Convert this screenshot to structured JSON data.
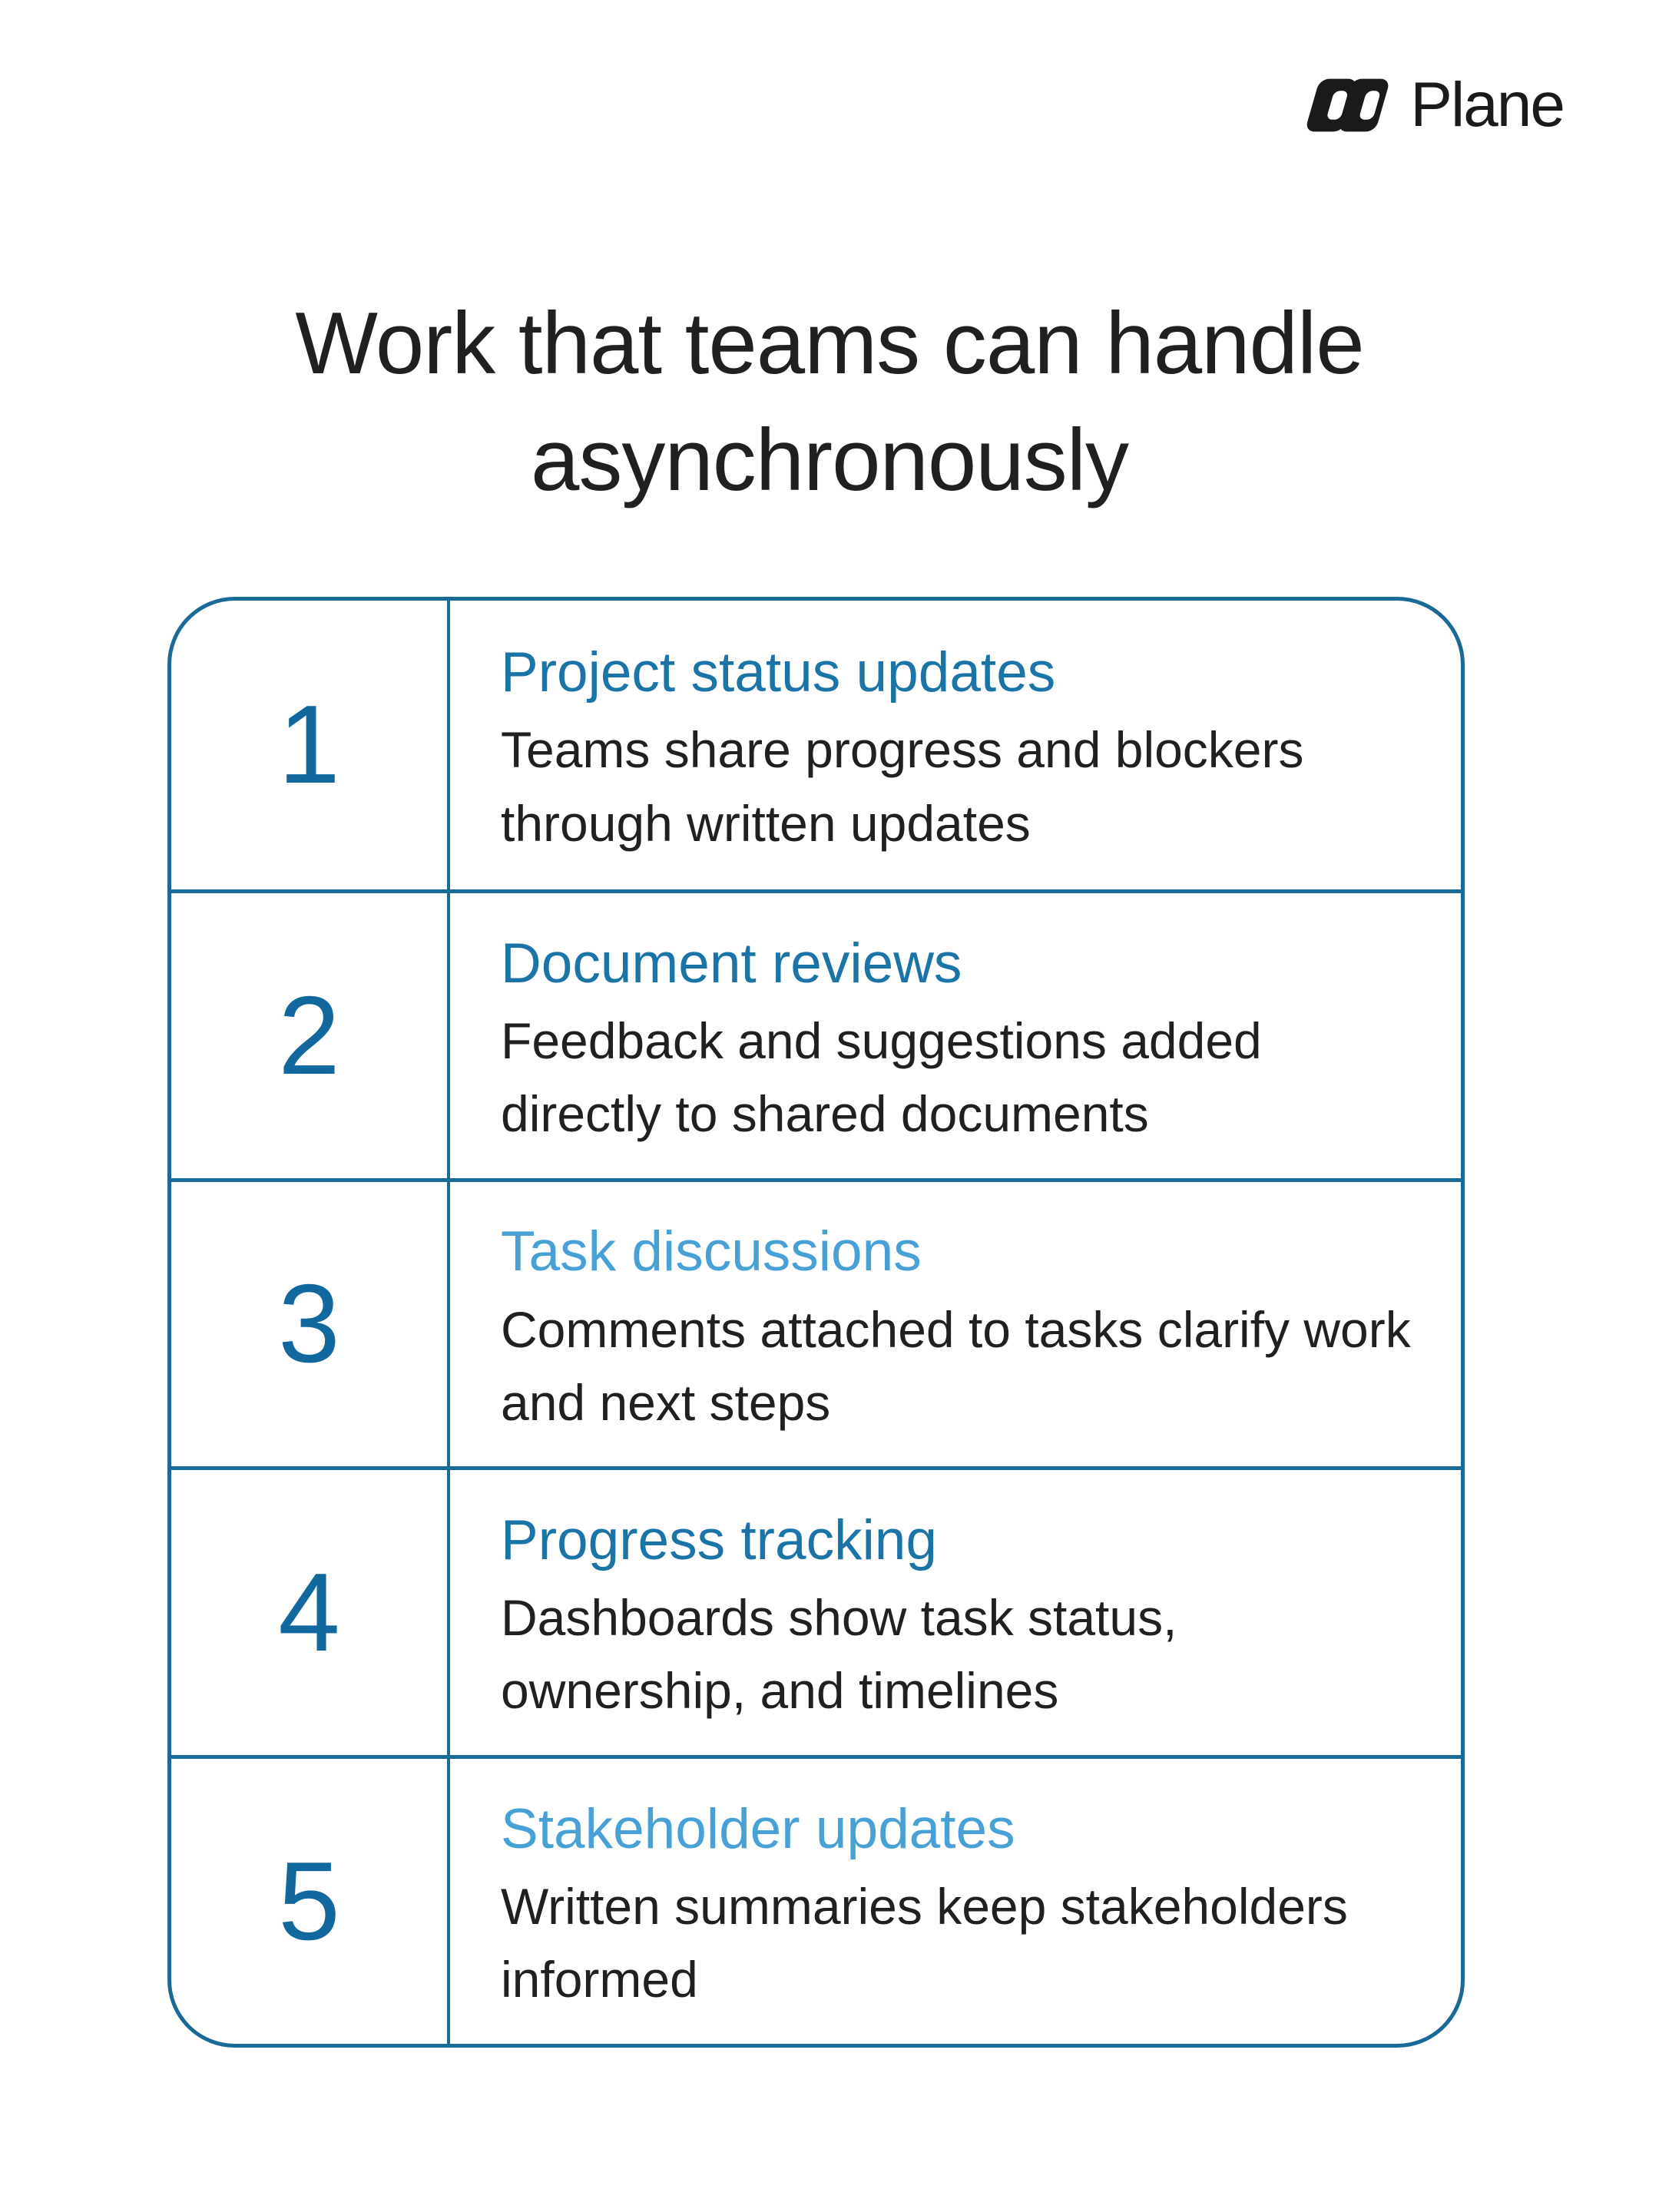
{
  "logo": {
    "brand": "Plane"
  },
  "title": "Work that teams can handle asynchronously",
  "colors": {
    "table_border": "#1a6a98",
    "number_blue": "#11689e",
    "heading_medium_blue": "#1b74a8",
    "heading_light_blue": "#47a0d6",
    "text_black": "#211f21"
  },
  "rows": [
    {
      "number": "1",
      "heading": "Project status updates",
      "description": "Teams share progress and blockers through written updates",
      "heading_tone": "medium"
    },
    {
      "number": "2",
      "heading": "Document reviews",
      "description": "Feedback and suggestions added directly to shared documents",
      "heading_tone": "medium"
    },
    {
      "number": "3",
      "heading": "Task discussions",
      "description": "Comments attached to tasks clarify work and next steps",
      "heading_tone": "light"
    },
    {
      "number": "4",
      "heading": "Progress tracking",
      "description": "Dashboards show task status, ownership, and timelines",
      "heading_tone": "medium"
    },
    {
      "number": "5",
      "heading": "Stakeholder updates",
      "description": "Written summaries keep stakeholders informed",
      "heading_tone": "light"
    }
  ]
}
